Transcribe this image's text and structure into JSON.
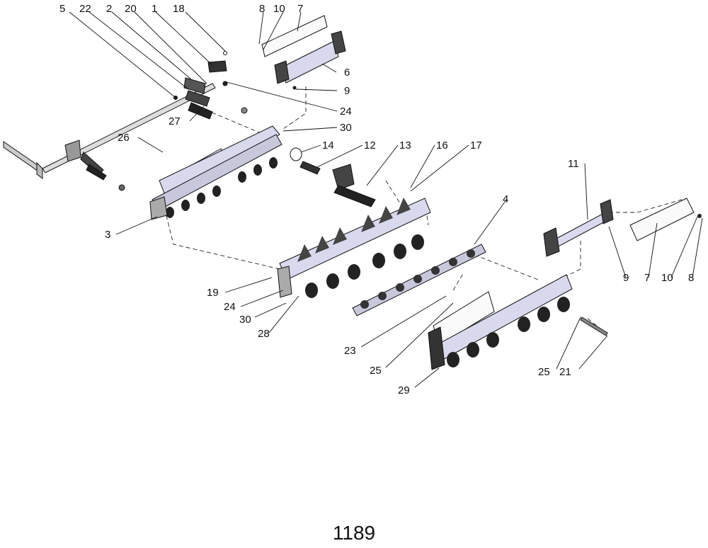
{
  "page": {
    "number": "1189"
  },
  "callouts": {
    "c5": "5",
    "c22": "22",
    "c2": "2",
    "c20": "20",
    "c1": "1",
    "c18": "18",
    "c8a": "8",
    "c10a": "10",
    "c7a": "7",
    "c6": "6",
    "c9a": "9",
    "c24a": "24",
    "c30a": "30",
    "c27": "27",
    "c26": "26",
    "c14": "14",
    "c12": "12",
    "c13": "13",
    "c16": "16",
    "c17": "17",
    "c3": "3",
    "c11": "11",
    "c4": "4",
    "c9b": "9",
    "c7b": "7",
    "c10b": "10",
    "c8b": "8",
    "c19": "19",
    "c24b": "24",
    "c30b": "30",
    "c28": "28",
    "c23": "23",
    "c25a": "25",
    "c25b": "25",
    "c21": "21",
    "c29": "29"
  },
  "colors": {
    "line": "#111111",
    "panel_fill": "#d9d9ee",
    "rubber": "#222222",
    "steel": "#b5b5c0",
    "shield": "#e8e8f2"
  }
}
